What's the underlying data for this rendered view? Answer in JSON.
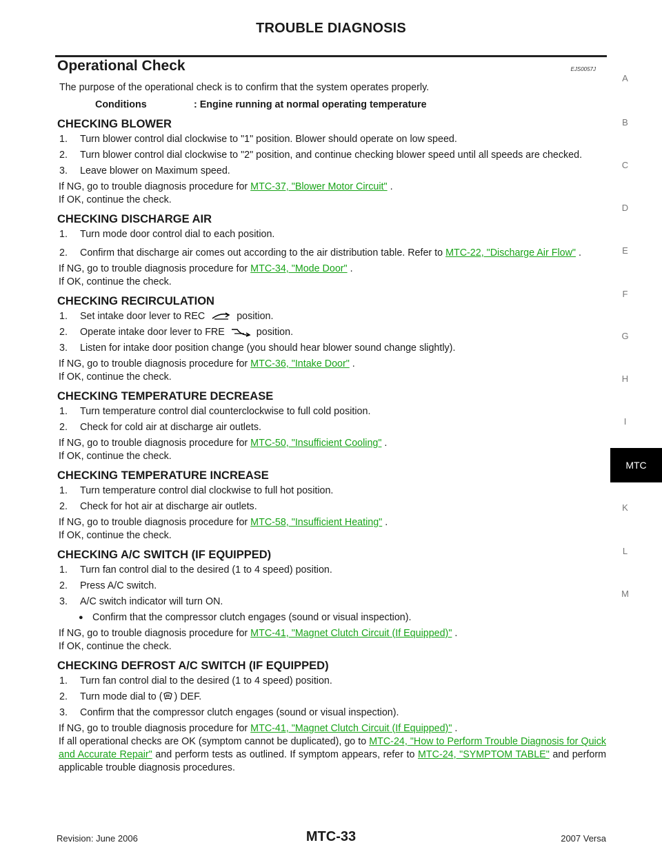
{
  "header": {
    "title": "TROUBLE DIAGNOSIS"
  },
  "section": {
    "title": "Operational Check",
    "code": "EJS0057J"
  },
  "intro": "The purpose of the operational check is to confirm that the system operates properly.",
  "conditions": {
    "label": "Conditions",
    "value": ": Engine running at normal operating temperature"
  },
  "blocks": {
    "blower": {
      "heading": "CHECKING BLOWER",
      "steps": [
        {
          "num": "1.",
          "text": "Turn blower control dial clockwise to \"1\" position. Blower should operate on low speed."
        },
        {
          "num": "2.",
          "text": "Turn blower control dial clockwise to \"2\" position, and continue checking blower speed until all speeds are checked."
        },
        {
          "num": "3.",
          "text": "Leave blower on Maximum speed."
        }
      ],
      "ng_pre": "If NG, go to trouble diagnosis procedure for",
      "ng_link": "MTC-37, \"Blower Motor Circuit\"",
      "ng_post": ".",
      "ok": "If OK, continue the check."
    },
    "discharge": {
      "heading": "CHECKING DISCHARGE AIR",
      "step1": {
        "num": "1.",
        "text": "Turn mode door control dial to each position."
      },
      "step2": {
        "num": "2.",
        "text": "Confirm that discharge air comes out according to the air distribution table. Refer to",
        "link": "MTC-22, \"Discharge Air Flow\"",
        "post": "."
      },
      "ng_pre": "If NG, go to trouble diagnosis procedure for",
      "ng_link": "MTC-34, \"Mode Door\"",
      "ng_post": ".",
      "ok": "If OK, continue the check."
    },
    "recirc": {
      "heading": "CHECKING RECIRCULATION",
      "step1": {
        "num": "1.",
        "pre": "Set intake door lever to REC",
        "post": "position."
      },
      "step2": {
        "num": "2.",
        "pre": "Operate intake door lever to FRE",
        "post": "position."
      },
      "step3": {
        "num": "3.",
        "text": "Listen for intake door position change (you should hear blower sound change slightly)."
      },
      "ng_pre": "If NG, go to trouble diagnosis procedure for",
      "ng_link": "MTC-36, \"Intake Door\"",
      "ng_post": ".",
      "ok": "If OK, continue the check."
    },
    "tempdec": {
      "heading": "CHECKING TEMPERATURE DECREASE",
      "steps": [
        {
          "num": "1.",
          "text": "Turn temperature control dial counterclockwise to full cold position."
        },
        {
          "num": "2.",
          "text": "Check for cold air at discharge air outlets."
        }
      ],
      "ng_pre": "If NG, go to trouble diagnosis procedure for",
      "ng_link": "MTC-50, \"Insufficient Cooling\"",
      "ng_post": ".",
      "ok": "If OK, continue the check."
    },
    "tempinc": {
      "heading": "CHECKING TEMPERATURE INCREASE",
      "steps": [
        {
          "num": "1.",
          "text": "Turn temperature control dial clockwise to full hot position."
        },
        {
          "num": "2.",
          "text": "Check for hot air at discharge air outlets."
        }
      ],
      "ng_pre": "If NG, go to trouble diagnosis procedure for",
      "ng_link": "MTC-58, \"Insufficient Heating\"",
      "ng_post": ".",
      "ok": "If OK, continue the check."
    },
    "ac": {
      "heading": "CHECKING A/C SWITCH (IF EQUIPPED)",
      "steps": [
        {
          "num": "1.",
          "text": "Turn fan control dial to the desired (1 to 4 speed) position."
        },
        {
          "num": "2.",
          "text": "Press A/C switch."
        },
        {
          "num": "3.",
          "text": "A/C switch indicator will turn ON."
        }
      ],
      "bullet": "Confirm that the compressor clutch engages (sound or visual inspection).",
      "ng_pre": "If NG, go to trouble diagnosis procedure for",
      "ng_link": "MTC-41, \"Magnet Clutch Circuit (If Equipped)\"",
      "ng_post": ".",
      "ok": "If OK, continue the check."
    },
    "defrost": {
      "heading": "CHECKING DEFROST A/C SWITCH (IF EQUIPPED)",
      "step1": {
        "num": "1.",
        "text": "Turn fan control dial to the desired (1 to 4 speed) position."
      },
      "step2": {
        "num": "2.",
        "pre": "Turn mode dial to (",
        "post": ") DEF."
      },
      "step3": {
        "num": "3.",
        "text": "Confirm that the compressor clutch engages (sound or visual inspection)."
      },
      "ng_pre": "If NG, go to trouble diagnosis procedure for",
      "ng_link": "MTC-41, \"Magnet Clutch Circuit (If Equipped)\"",
      "ng_post": ".",
      "all_pre": "If all operational checks are OK (symptom cannot be duplicated), go to",
      "all_link1": "MTC-24, \"How to Perform Trouble Diagnosis for Quick and Accurate Repair\"",
      "all_mid": "and perform tests as outlined. If symptom appears, refer to",
      "all_link2": "MTC-24, \"SYMPTOM TABLE\"",
      "all_post": "and perform applicable trouble diagnosis procedures."
    }
  },
  "sidebar": {
    "tabs": [
      "A",
      "B",
      "C",
      "D",
      "E",
      "F",
      "G",
      "H",
      "I",
      "MTC",
      "K",
      "L",
      "M"
    ],
    "active": "MTC"
  },
  "footer": {
    "revision": "Revision: June 2006",
    "page": "MTC-33",
    "model": "2007 Versa"
  },
  "colors": {
    "link": "#19a319",
    "active_tab_bg": "#000000",
    "text": "#1a1a1a"
  }
}
